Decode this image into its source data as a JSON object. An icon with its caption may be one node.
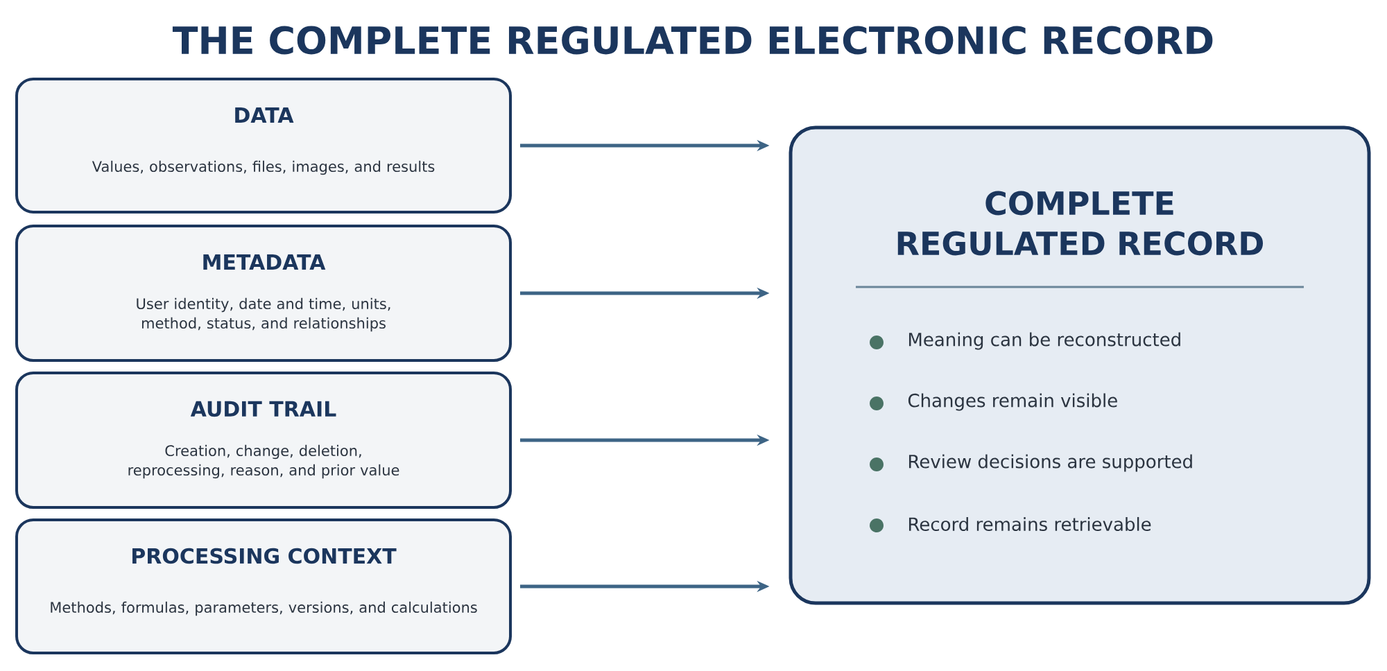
{
  "diagram": {
    "title": "THE COMPLETE REGULATED ELECTRONIC RECORD",
    "nodes": [
      {
        "text": [
          "DATA",
          "Values, observations, files, images, and results"
        ]
      },
      {
        "text": [
          "METADATA",
          "User identity, date and time, units, method, status, and relationships"
        ]
      },
      {
        "text": [
          "AUDIT TRAIL",
          "Creation, change, deletion, reprocessing, reason, and prior value"
        ]
      },
      {
        "text": [
          "PROCESSING CONTEXT",
          "Methods, formulas, parameters, versions, and calculations"
        ]
      },
      {
        "text": [
          "COMPLETE REGULATED RECORD",
          "Meaning can be reconstructed",
          "Changes remain visible",
          "Review decisions are supported",
          "Record remains retrievable"
        ]
      }
    ],
    "edges": [
      {
        "from": 0,
        "to": 4,
        "arrow": "to"
      },
      {
        "from": 1,
        "to": 4,
        "arrow": "to"
      },
      {
        "from": 2,
        "to": 4,
        "arrow": "to"
      },
      {
        "from": 3,
        "to": 4,
        "arrow": "to"
      }
    ]
  }
}
